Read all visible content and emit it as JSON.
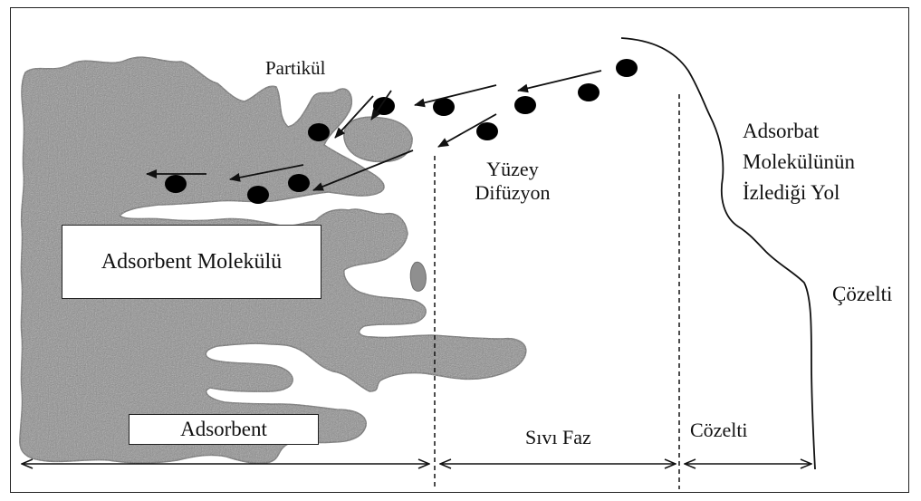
{
  "labels": {
    "particle": "Partikül",
    "surface_diffusion_line1": "Yüzey",
    "surface_diffusion_line2": "Difüzyon",
    "adsorbate_path_line1": "Adsorbat",
    "adsorbate_path_line2": "Molekülünün",
    "adsorbate_path_line3": "İzlediği Yol",
    "solution_right": "Çözelti",
    "adsorbent_molecule": "Adsorbent Molekülü",
    "adsorbent_region": "Adsorbent",
    "liquid_phase_region": "Sıvı Faz",
    "solution_region": "Cözelti"
  },
  "colors": {
    "adsorbent_fill": "#8f8f8f",
    "adsorbent_speckle_dark": "#5a5a5a",
    "adsorbent_speckle_light": "#c4c4c4",
    "particle": "#000000",
    "line": "#111111"
  }
}
